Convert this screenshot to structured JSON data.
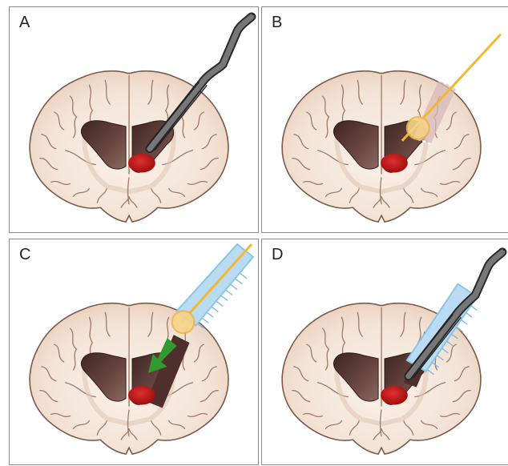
{
  "panels": [
    {
      "label": "A",
      "step": "endoscope-sheath"
    },
    {
      "label": "B",
      "step": "balloon-dilation"
    },
    {
      "label": "C",
      "step": "sheath-insertion"
    },
    {
      "label": "D",
      "step": "endoscope-in-sheath"
    }
  ],
  "colors": {
    "brain_fill": "#f3e4d8",
    "brain_outline": "#7a5a4a",
    "ventricle": "#5a3a34",
    "clot": "#cc1a1a",
    "instrument": "#555555",
    "guidewire": "#f2b830",
    "sheath": "#b9dcf2",
    "arrow": "#2f9b2f"
  }
}
